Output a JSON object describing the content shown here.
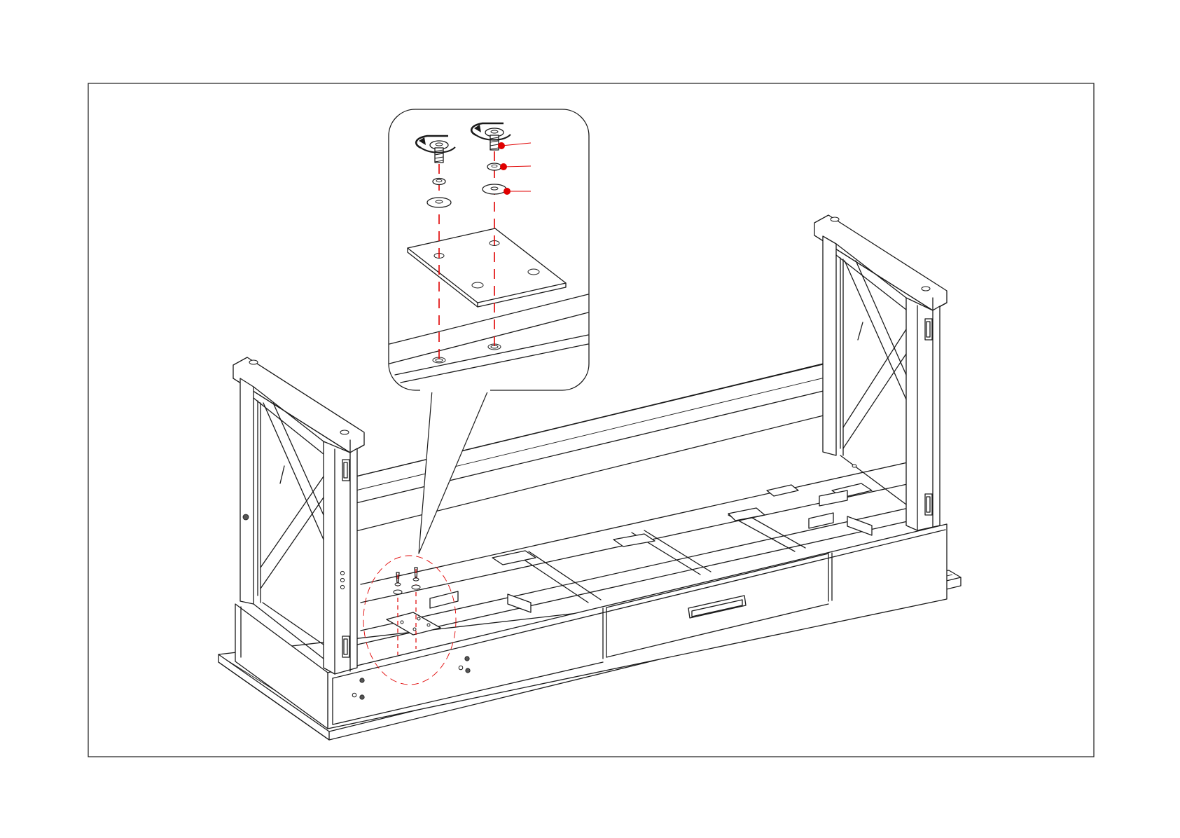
{
  "diagram": {
    "kind": "assembly-instruction",
    "colors": {
      "line": "#1a1a1a",
      "accent": "#e00000",
      "background": "#ffffff"
    },
    "callout": {
      "markers": 3,
      "rotation_arrows": 2
    }
  }
}
